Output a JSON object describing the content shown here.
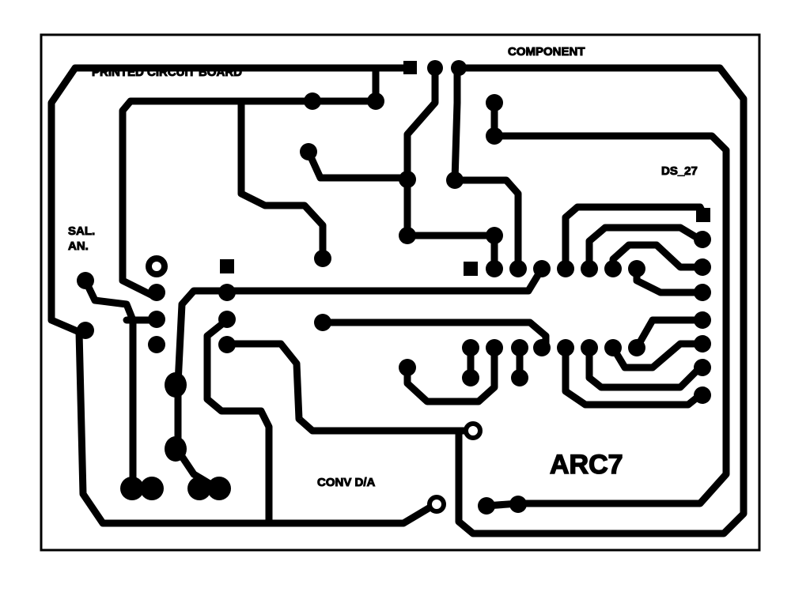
{
  "board": {
    "labels": {
      "title": "PRINTED CIRCUIT BOARD",
      "component": "COMPONENT",
      "ds_label": "DS_27",
      "sal_line1": "SAL.",
      "sal_line2": "AN.",
      "conv": "CONV D/A",
      "arc7": "ARC7"
    },
    "colors": {
      "trace": "#000000",
      "background": "#ffffff"
    }
  }
}
